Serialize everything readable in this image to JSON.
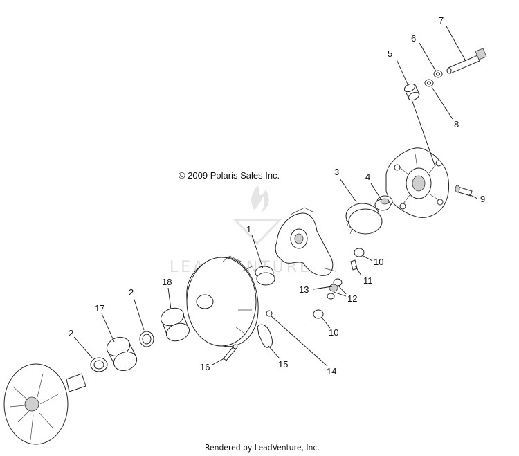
{
  "copyright": "© 2009 Polaris Sales Inc.",
  "watermark": "LEADVENTURE",
  "footer": "Rendered by LeadVenture, Inc.",
  "callouts": {
    "c1": "1",
    "c2a": "2",
    "c2b": "2",
    "c3": "3",
    "c4": "4",
    "c5": "5",
    "c6": "6",
    "c7": "7",
    "c8": "8",
    "c9": "9",
    "c10a": "10",
    "c10b": "10",
    "c11": "11",
    "c12": "12",
    "c13": "13",
    "c14": "14",
    "c15": "15",
    "c16": "16",
    "c17": "17",
    "c18": "18"
  }
}
